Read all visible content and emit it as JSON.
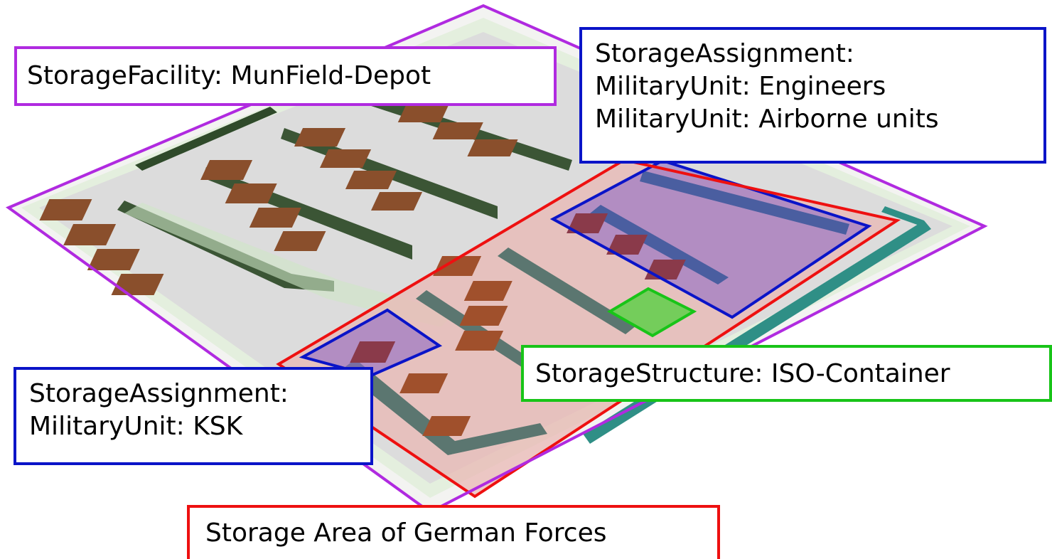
{
  "colors": {
    "facility": "#b02ae0",
    "assignment": "#0a14c8",
    "structure": "#18c418",
    "area": "#ee1010"
  },
  "labels": {
    "facility": "StorageFacility: MunField-Depot",
    "assignment_top": {
      "line1": "StorageAssignment:",
      "line2": "MilitaryUnit: Engineers",
      "line3": "MilitaryUnit: Airborne units"
    },
    "iso_container": "StorageStructure: ISO-Container",
    "assignment_ksk": {
      "line1": "StorageAssignment:",
      "line2": "MilitaryUnit: KSK"
    },
    "storage_area": "Storage Area of German Forces"
  }
}
